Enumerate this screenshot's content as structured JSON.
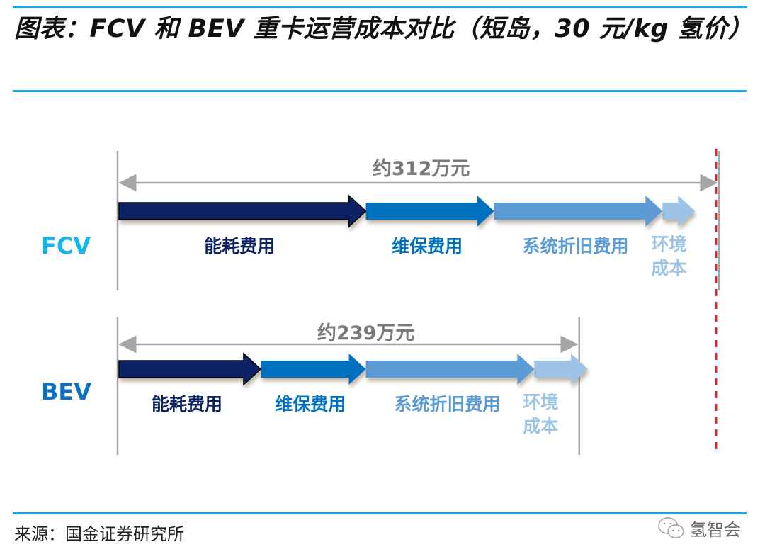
{
  "header": {
    "title": "图表：FCV 和 BEV 重卡运营成本对比（短岛，30 元/kg 氢价）"
  },
  "footer": {
    "source": "来源：国金证券研究所",
    "brand": "氢智会",
    "brand_icon": "wechat-icon"
  },
  "colors": {
    "rule": "#1aa8e8",
    "energy": "#0b2363",
    "maintenance": "#0070c0",
    "depreciation": "#5b9bd5",
    "environment": "#9dc3e6",
    "fcv_label": "#14b4ee",
    "bev_label": "#0f6fc0",
    "reference_line": "#e8202a",
    "total_text": "#7a7a7a"
  },
  "chart_data": {
    "type": "stacked-arrow-bar",
    "title": "FCV 和 BEV 重卡运营成本对比（短岛，30 元/kg 氢价）",
    "unit": "万元",
    "categories": [
      "能耗费用",
      "维保费用",
      "系统折旧费用",
      "环境成本"
    ],
    "rows": [
      {
        "name": "FCV",
        "total": 312,
        "total_label": "约312万元",
        "segments": [
          {
            "label": "能耗费用",
            "value": 129
          },
          {
            "label": "维保费用",
            "value": 67
          },
          {
            "label": "系统折旧费用",
            "value": 88
          },
          {
            "label": "环境成本",
            "value": 17
          }
        ]
      },
      {
        "name": "BEV",
        "total": 239,
        "total_label": "约239万元",
        "segments": [
          {
            "label": "能耗费用",
            "value": 74
          },
          {
            "label": "维保费用",
            "value": 55
          },
          {
            "label": "系统折旧费用",
            "value": 88
          },
          {
            "label": "环境成本",
            "value": 28
          }
        ]
      }
    ],
    "reference_line": "FCV total (dashed red)"
  }
}
